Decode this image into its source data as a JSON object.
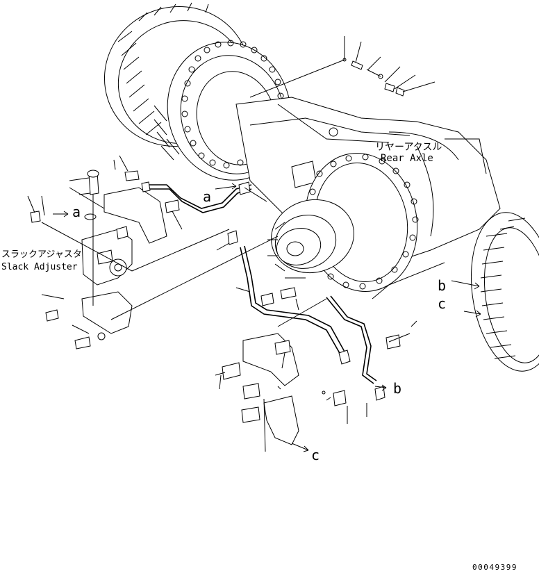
{
  "labels": {
    "rear_axle_jp": "リヤーアクスル",
    "rear_axle_en": "Rear Axle",
    "slack_adjuster_jp": "スラックアジャスタ",
    "slack_adjuster_en": "Slack Adjuster"
  },
  "callouts": {
    "a_left": "a",
    "a_center": "a",
    "b_right": "b",
    "b_lower": "b",
    "c_right": "c",
    "c_lower": "c"
  },
  "drawing_number": "00049399"
}
